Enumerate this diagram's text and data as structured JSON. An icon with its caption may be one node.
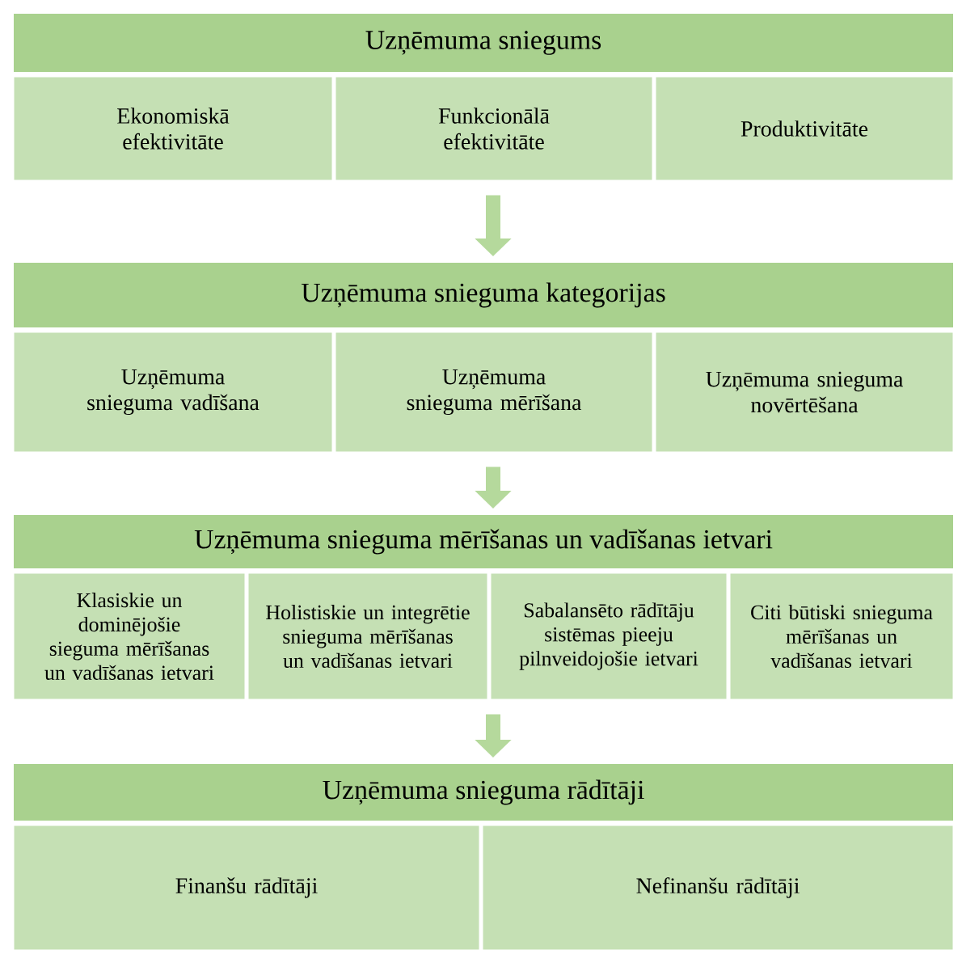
{
  "diagram": {
    "nodes": [
      {
        "text": [
          "Uzņēmuma sniegums"
        ]
      },
      {
        "text": [
          "Ekonomiskā efektivitāte"
        ]
      },
      {
        "text": [
          "Funkcionālā efektivitāte"
        ]
      },
      {
        "text": [
          "Produktivitāte"
        ]
      },
      {
        "text": [
          "Uzņēmuma snieguma kategorijas"
        ]
      },
      {
        "text": [
          "Uzņēmuma snieguma vadīšana"
        ]
      },
      {
        "text": [
          "Uzņēmuma snieguma mērīšana"
        ]
      },
      {
        "text": [
          "Uzņēmuma snieguma novērtēšana"
        ]
      },
      {
        "text": [
          "Uzņēmuma snieguma mērīšanas un vadīšanas ietvari"
        ]
      },
      {
        "text": [
          "Klasiskie un dominējošie sieguma mērīšanas un vadīšanas ietvari"
        ]
      },
      {
        "text": [
          "Holistiskie un integrētie snieguma mērīšanas un vadīšanas ietvari"
        ]
      },
      {
        "text": [
          "Sabalansēto rādītāju sistēmas pieeju pilnveidojošie ietvari"
        ]
      },
      {
        "text": [
          "Citi būtiski snieguma mērīšanas un vadīšanas ietvari"
        ]
      },
      {
        "text": [
          "Uzņēmuma snieguma rādītāji"
        ]
      },
      {
        "text": [
          "Finanšu rādītāji"
        ]
      },
      {
        "text": [
          "Nefinanšu rādītāji"
        ]
      }
    ],
    "edges": [
      {
        "from": 2,
        "to": 4,
        "arrow": "to"
      },
      {
        "from": 6,
        "to": 8,
        "arrow": "to"
      },
      {
        "from": 11,
        "to": 13,
        "arrow": "to"
      }
    ]
  }
}
